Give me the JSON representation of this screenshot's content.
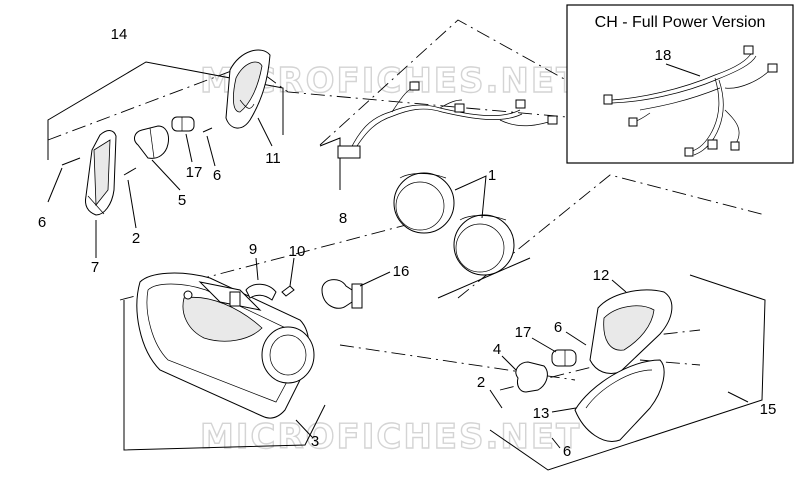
{
  "inset": {
    "title": "CH - Full Power Version",
    "callout": "18"
  },
  "watermarks": [
    "MICROFICHES.NET",
    "MICROFICHES.NET"
  ],
  "callouts": {
    "c14": "14",
    "c6a": "6",
    "c7": "7",
    "c2a": "2",
    "c5": "5",
    "c17a": "17",
    "c6b": "6",
    "c11": "11",
    "c8": "8",
    "c1": "1",
    "c9": "9",
    "c10": "10",
    "c16": "16",
    "c3": "3",
    "c12": "12",
    "c17b": "17",
    "c6c": "6",
    "c4": "4",
    "c2b": "2",
    "c13": "13",
    "c6d": "6",
    "c15": "15"
  }
}
